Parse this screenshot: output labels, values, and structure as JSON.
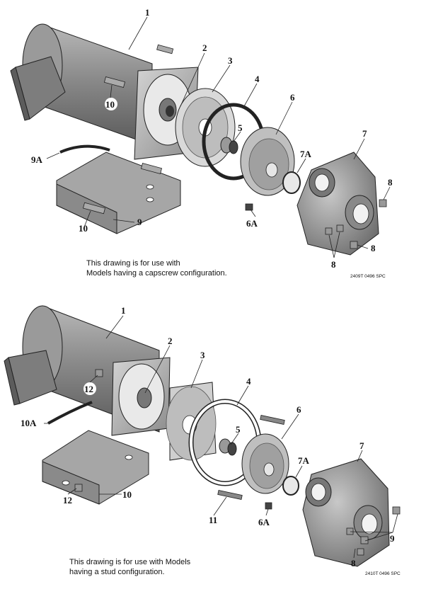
{
  "top_view": {
    "labels": {
      "motor": "1",
      "seal_seat": "2",
      "seal_plate": "3",
      "oring": "4",
      "shaft_seal": "5",
      "impeller": "6",
      "impeller_screw": "6A",
      "wear_ring": "7A",
      "pump_body": "7",
      "plug_right": "8",
      "plug_lower_right": "8",
      "plugs_bottom": "8",
      "capscrew_bottom": "9",
      "drain_tube": "9A",
      "capscrew_top": "10",
      "capscrew_base": "10"
    },
    "note_line1": "This drawing is for use with",
    "note_line2": "Models having a capscrew configuration.",
    "drawing_code": "2409T 0496 SPC"
  },
  "bottom_view": {
    "labels": {
      "motor": "1",
      "seal_seat": "2",
      "seal_plate": "3",
      "gasket": "4",
      "shaft_seal": "5",
      "impeller": "6",
      "impeller_screw": "6A",
      "wear_ring": "7A",
      "pump_body": "7",
      "plug": "8",
      "plugs_right": "9",
      "base_screw": "10",
      "drain_tube": "10A",
      "stud": "11",
      "bolt_top": "12",
      "bolt_base": "12"
    },
    "note_line1": "This drawing is for use with Models",
    "note_line2": "having a stud configuration.",
    "drawing_code": "2410T 0496 SPC"
  }
}
